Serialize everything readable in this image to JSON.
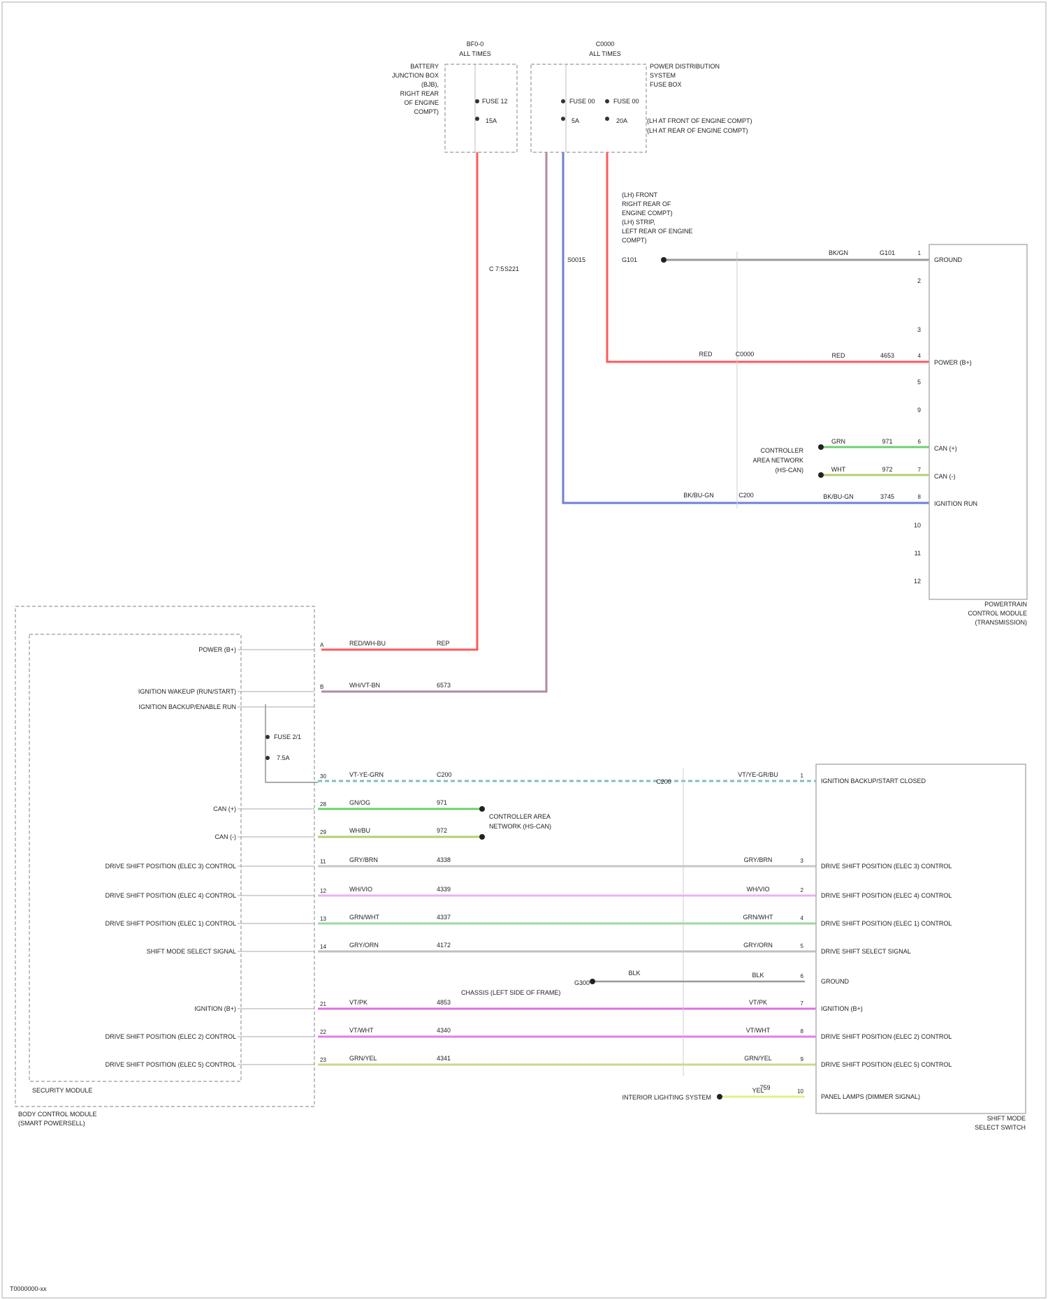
{
  "diagram": {
    "footer_id": "T0000000-xx",
    "fuse_box_left": {
      "id": "BF0-0",
      "sub": "ALL TIMES",
      "desc": [
        "BATTERY",
        "JUNCTION BOX",
        "(BJB),",
        "RIGHT REAR",
        "OF ENGINE",
        "COMPT)"
      ],
      "fuse": "FUSE 12",
      "amp": "15A"
    },
    "fuse_box_right": {
      "id": "C0000",
      "sub": "ALL TIMES",
      "desc": [
        "POWER DISTRIBUTION",
        "SYSTEM",
        "FUSE BOX"
      ],
      "fuse_a": "FUSE 00",
      "fuse_b": "FUSE 00",
      "amp_a": "5A",
      "amp_b": "20A",
      "notes": [
        "(LH AT FRONT OF ENGINE COMPT)",
        "(LH AT REAR OF ENGINE COMPT)"
      ]
    },
    "mid_labels": {
      "fuse_splice": "C 7:5",
      "splice_wire": "S221",
      "ground_note": [
        "(LH) FRONT",
        "RIGHT REAR OF",
        "ENGINE COMPT)",
        "(LH) STRIP,",
        "LEFT REAR OF ENGINE",
        "COMPT)"
      ],
      "ground_id": "G101",
      "blue_splice": "S0015"
    },
    "left_module": {
      "title": [
        "BODY CONTROL MODULE",
        "(SMART POWERSELL)"
      ],
      "inner": "SECURITY MODULE",
      "pins": [
        {
          "label": "POWER (B+)",
          "pin": "A",
          "code": "REP",
          "wire": "RED/WH-BU",
          "color": "#ff6060"
        },
        {
          "label": "IGNITION WAKEUP (RUN/START)",
          "pin": "B",
          "code": "6573",
          "wire": "WH/VT-BN",
          "color": "#c0a0b0"
        },
        {
          "label": "IGNITION BACKUP/ENABLE RUN",
          "pin": "",
          "code": "",
          "wire": "",
          "color": ""
        },
        {
          "label": "",
          "pin": "30",
          "code": "C200",
          "wire": "VT-YE-GRN",
          "color": "#7fbfbf"
        },
        {
          "label": "CAN (+)",
          "pin": "28",
          "code": "971",
          "wire": "GN/OG",
          "color": "#6fd06f"
        },
        {
          "label": "CAN (-)",
          "pin": "29",
          "code": "972",
          "wire": "WH/BU",
          "color": "#b0d070"
        },
        {
          "label": "DRIVE SHIFT POSITION (ELEC 3) CONTROL",
          "pin": "11",
          "code": "4338",
          "wire": "GRY/BRN",
          "color": "#c8c8c8"
        },
        {
          "label": "DRIVE SHIFT POSITION (ELEC 4) CONTROL",
          "pin": "12",
          "code": "4339",
          "wire": "WH/VIO",
          "color": "#f0b0f0"
        },
        {
          "label": "DRIVE SHIFT POSITION (ELEC 1) CONTROL",
          "pin": "13",
          "code": "4337",
          "wire": "GRN/WHT",
          "color": "#9fd89f"
        },
        {
          "label": "SHIFT MODE SELECT SIGNAL",
          "pin": "14",
          "code": "4172",
          "wire": "GRY/ORN",
          "color": "#c0c0c0"
        },
        {
          "label": "IGNITION (B+)",
          "pin": "21",
          "code": "4853",
          "wire": "VT/PK",
          "color": "#e070e0"
        },
        {
          "label": "DRIVE SHIFT POSITION (ELEC 2) CONTROL",
          "pin": "22",
          "code": "4340",
          "wire": "VT/WHT",
          "color": "#e080e0"
        },
        {
          "label": "DRIVE SHIFT POSITION (ELEC 5) CONTROL",
          "pin": "23",
          "code": "4341",
          "wire": "GRN/YEL",
          "color": "#c8d890"
        }
      ],
      "relay": [
        "FUSE 2/1",
        "7.5A"
      ],
      "can_note": [
        "CONTROLLER AREA",
        "NETWORK (HS-CAN)"
      ],
      "ground_note": [
        "CHASSIS (LEFT SIDE OF FRAME)"
      ],
      "ground_id": "G300"
    },
    "right_top_module": {
      "title": [
        "POWERTRAIN",
        "CONTROL MODULE",
        "(TRANSMISSION)"
      ],
      "pins": [
        {
          "label": "GROUND",
          "pin": "1",
          "code": "G101",
          "wire": "BK/GN",
          "color": "#9a9a9a"
        },
        {
          "label": "POWER (B+)",
          "pin": "4",
          "code": "4653",
          "wire": "RED",
          "color": "#ff6060"
        },
        {
          "label": "CAN (+)",
          "pin": "6",
          "code": "971",
          "wire": "GRN",
          "color": "#6fd06f"
        },
        {
          "label": "CAN (-)",
          "pin": "7",
          "code": "972",
          "wire": "WHT",
          "color": "#b0d070"
        },
        {
          "label": "IGNITION RUN",
          "pin": "8",
          "code": "3745",
          "wire": "BK/BU-GN",
          "color": "#5a6fd6"
        }
      ],
      "extra_pins": [
        "2",
        "3",
        "5",
        "9",
        "10",
        "11",
        "12"
      ],
      "can_note": [
        "CONTROLLER",
        "AREA NETWORK",
        "(HS-CAN)"
      ],
      "wire_in_code": "RED",
      "wire_in_num": "C0000",
      "blue_in_code": "BK/BU-GN",
      "blue_in_num": "C200"
    },
    "right_bottom_module": {
      "title": [
        "SHIFT MODE",
        "SELECT SWITCH"
      ],
      "pins": [
        {
          "label": "IGNITION BACKUP/START CLOSED",
          "pin": "1",
          "wire": "VT/YE-GR/BU"
        },
        {
          "label": "DRIVE SHIFT POSITION (ELEC 3) CONTROL",
          "pin": "3",
          "wire": "GRY/BRN"
        },
        {
          "label": "DRIVE SHIFT POSITION (ELEC 4) CONTROL",
          "pin": "2",
          "wire": "WH/VIO"
        },
        {
          "label": "DRIVE SHIFT POSITION (ELEC 1) CONTROL",
          "pin": "4",
          "wire": "GRN/WHT"
        },
        {
          "label": "DRIVE SHIFT SELECT SIGNAL",
          "pin": "5",
          "wire": "GRY/ORN"
        },
        {
          "label": "GROUND",
          "pin": "6",
          "wire": "BLK"
        },
        {
          "label": "IGNITION (B+)",
          "pin": "7",
          "wire": "VT/PK"
        },
        {
          "label": "DRIVE SHIFT POSITION (ELEC 2) CONTROL",
          "pin": "8",
          "wire": "VT/WHT"
        },
        {
          "label": "DRIVE SHIFT POSITION (ELEC 5) CONTROL",
          "pin": "9",
          "wire": "GRN/YEL"
        },
        {
          "label": "PANEL LAMPS (DIMMER SIGNAL)",
          "pin": "10",
          "wire": "YEL"
        }
      ],
      "ground_code": "G300",
      "ground_wire": "BLK",
      "dimmer_source": "INTERIOR LIGHTING SYSTEM",
      "dimmer_code": "759",
      "conn_label": "C200"
    }
  }
}
